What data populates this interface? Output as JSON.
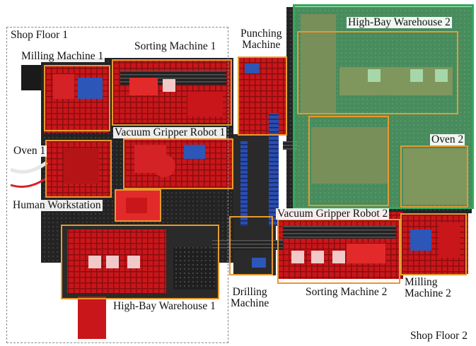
{
  "figure": {
    "regions": {
      "shop_floor_1": "Shop Floor 1",
      "shop_floor_2": "Shop Floor 2"
    },
    "stations": {
      "milling_machine_1": "Milling Machine 1",
      "sorting_machine_1": "Sorting Machine 1",
      "punching_machine": "Punching\nMachine",
      "high_bay_warehouse_2": "High-Bay Warehouse 2",
      "vacuum_gripper_robot_1": "Vacuum Gripper Robot 1",
      "oven_1": "Oven 1",
      "oven_2": "Oven 2",
      "human_workstation": "Human Workstation",
      "vacuum_gripper_robot_2": "Vacuum Gripper Robot 2",
      "drilling_machine": "Drilling\nMachine",
      "sorting_machine_2": "Sorting Machine 2",
      "milling_machine_2": "Milling\nMachine 2",
      "high_bay_warehouse_1": "High-Bay Warehouse 1"
    },
    "colors": {
      "station_box": "#e69a2e",
      "highlight_fill": "#68e28e",
      "highlight_border": "#35a85c",
      "frame_red": "#d4181b",
      "frame_black": "#1b1b1b",
      "conveyor_blue": "#2a4db0"
    }
  }
}
